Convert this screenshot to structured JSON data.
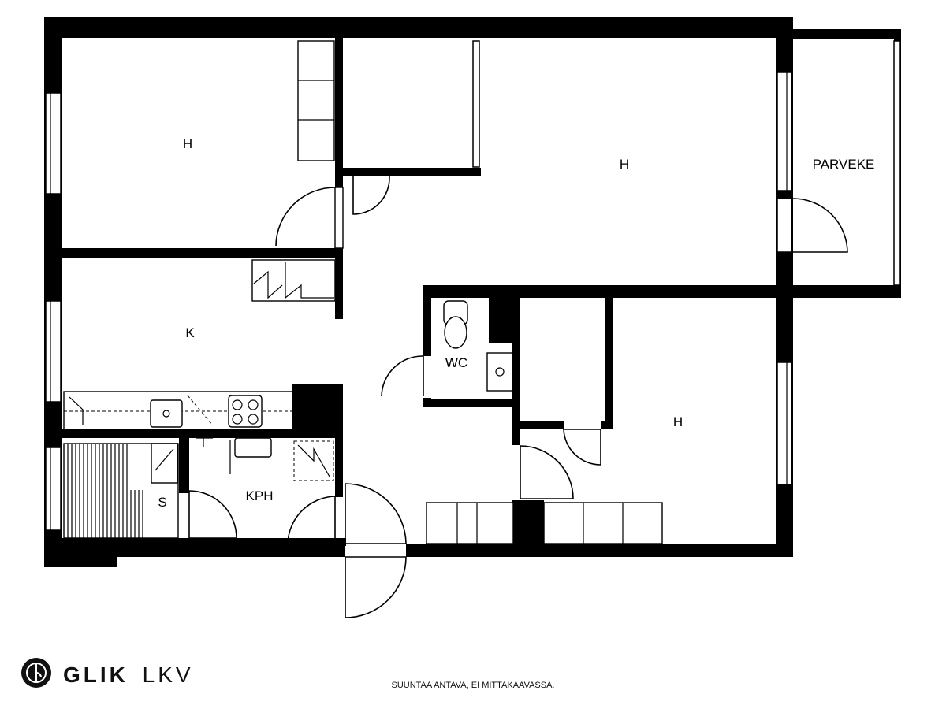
{
  "rooms": {
    "bedroom_1": "H",
    "living_room": "H",
    "balcony": "PARVEKE",
    "kitchen": "K",
    "toilet": "WC",
    "bedroom_2": "H",
    "bathroom": "KPH",
    "sauna": "S"
  },
  "brand": {
    "name_bold": "GLIK",
    "name_light": "LKV",
    "logo_icon": "glik-monogram-icon"
  },
  "disclaimer": "SUUNTAA ANTAVA, EI MITTAKAAVASSA."
}
